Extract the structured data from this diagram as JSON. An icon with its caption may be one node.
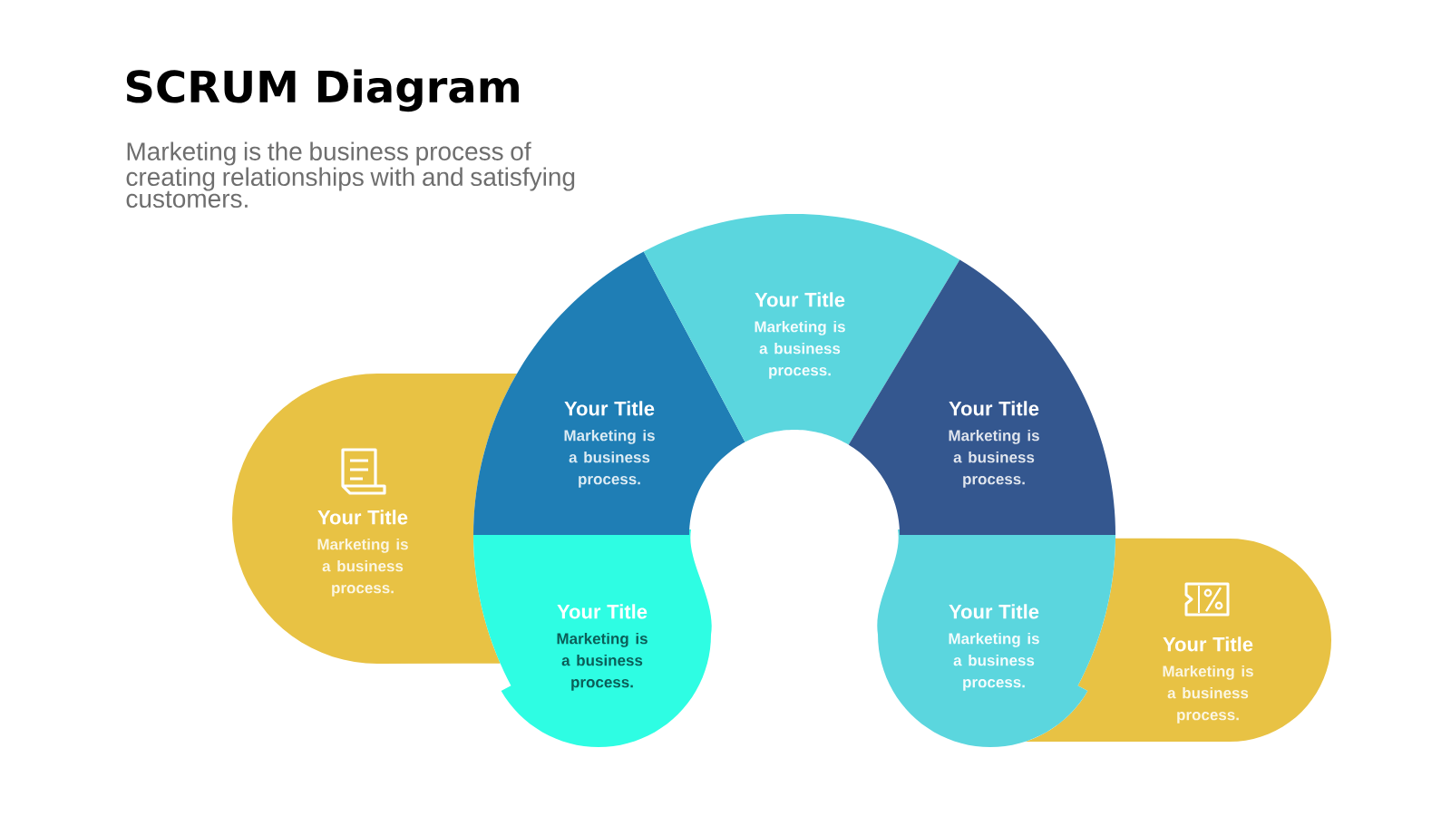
{
  "diagram": {
    "title": "SCRUM Diagram",
    "nodes": [
      {
        "text": [
          "Your Title",
          "Marketing is a business process."
        ]
      },
      {
        "text": [
          "Your Title",
          "Marketing is a business process."
        ]
      },
      {
        "text": [
          "Your Title",
          "Marketing is a business process."
        ]
      },
      {
        "text": [
          "Your Title",
          "Marketing is a business process."
        ]
      },
      {
        "text": [
          "Your Title",
          "Marketing is a business process."
        ]
      },
      {
        "text": [
          "Your Title",
          "Marketing is a business process."
        ]
      },
      {
        "text": [
          "Your Title",
          "Marketing is a business process."
        ]
      }
    ],
    "labels": [
      "Marketing is the business process of creating relationships with and satisfying customers."
    ]
  }
}
